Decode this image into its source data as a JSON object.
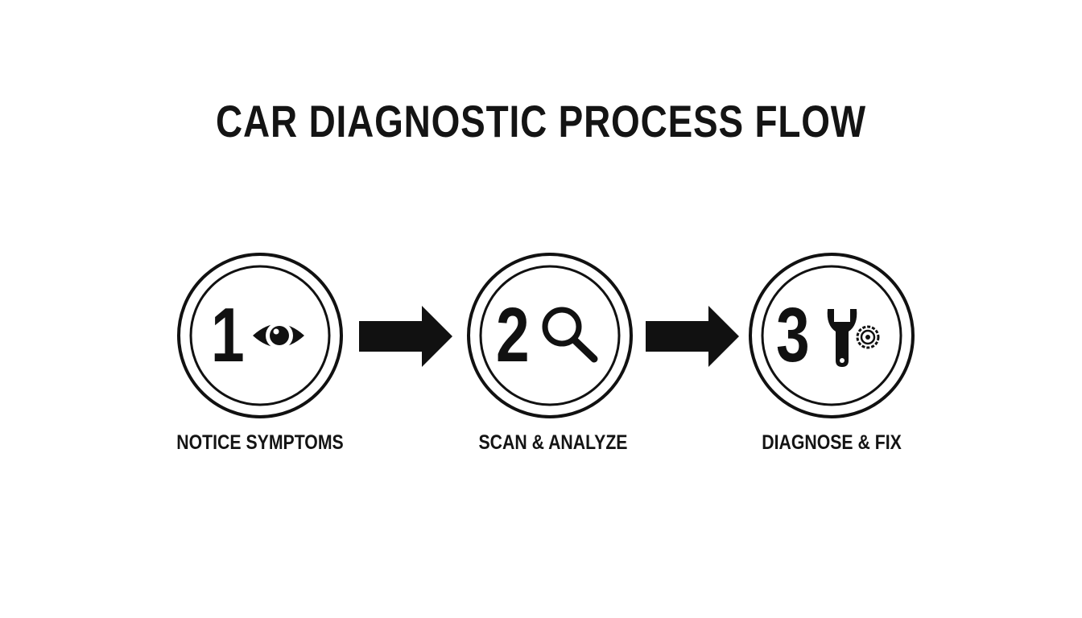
{
  "title": "CAR DIAGNOSTIC PROCESS FLOW",
  "steps": [
    {
      "number": "1",
      "label": "NOTICE SYMPTOMS",
      "icon": "eye-icon"
    },
    {
      "number": "2",
      "label": "SCAN & ANALYZE",
      "icon": "magnifier-icon"
    },
    {
      "number": "3",
      "label": "DIAGNOSE & FIX",
      "icon": "wrench-gear-icon"
    }
  ],
  "colors": {
    "ink": "#111111",
    "background": "#ffffff"
  }
}
